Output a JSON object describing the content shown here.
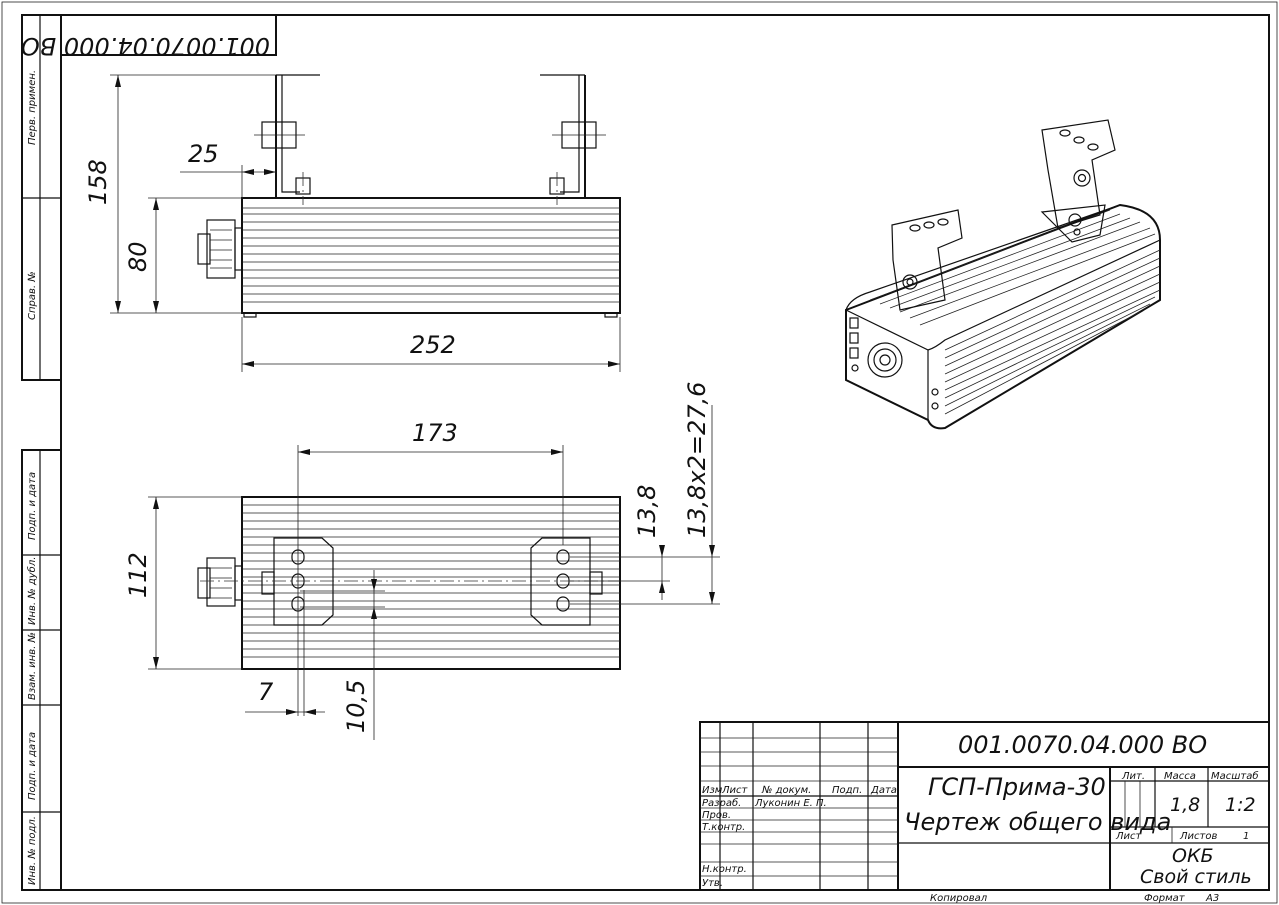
{
  "drawing": {
    "doc_number": "001.0070.04.000 ВО",
    "doc_number_rotated": "001.0070.04.000 ВО",
    "product_name": "ГСП-Прима-30",
    "drawing_type": "Чертеж общего вида",
    "mass": "1,8",
    "scale": "1:2",
    "sheet_label": "Лист",
    "sheets_label": "Листов",
    "sheets_count": "1",
    "org_line1": "ОКБ",
    "org_line2": "Свой стиль",
    "copied_label": "Копировал",
    "format_label": "Формат",
    "format_value": "А3"
  },
  "title_block": {
    "col_lit": "Лит.",
    "col_mass": "Масса",
    "col_scale": "Масштаб",
    "hdr_izm": "Изм",
    "hdr_list": "Лист",
    "hdr_doc": "№ докум.",
    "hdr_sign": "Подп.",
    "hdr_date": "Дата",
    "row_razrab": "Разраб.",
    "row_razrab_name": "Луконин Е. П.",
    "row_prov": "Пров.",
    "row_tkontr": "Т.контр.",
    "row_nkontr": "Н.контр.",
    "row_utv": "Утв."
  },
  "side_stamp": {
    "perv_primen": "Перв. примен.",
    "sprav_no": "Справ. №",
    "podp_data_1": "Подп. и дата",
    "inv_dubl": "Инв. № дубл.",
    "vzam_inv": "Взам. инв. №",
    "podp_data_2": "Подп. и дата",
    "inv_podl": "Инв. № подл."
  },
  "dimensions": {
    "d25": "25",
    "d158": "158",
    "d80": "80",
    "d252": "252",
    "d173": "173",
    "d13_8": "13,8",
    "d13_8x2": "13,8х2=27,6",
    "d112": "112",
    "d7": "7",
    "d10_5": "10,5"
  }
}
